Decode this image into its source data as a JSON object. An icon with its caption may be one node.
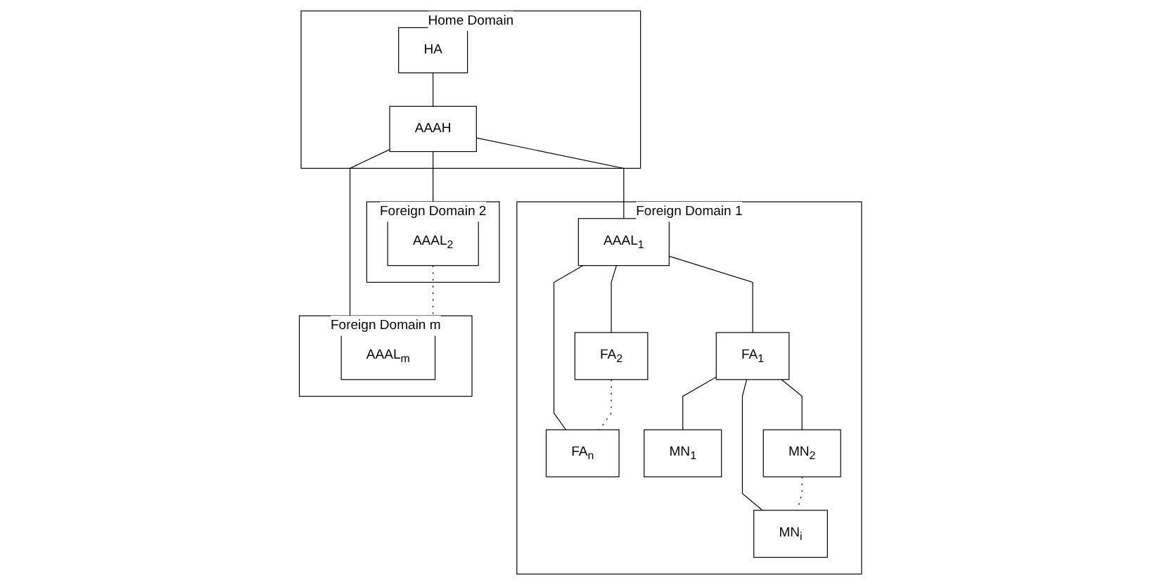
{
  "diagram": {
    "nodes": [
      {
        "text": [
          "Home Domain"
        ]
      },
      {
        "text": [
          "HA"
        ],
        "in": 0
      },
      {
        "text": [
          "AAAH"
        ],
        "in": 0
      },
      {
        "text": [
          "Foreign Domain 1"
        ]
      },
      {
        "text": [
          "AAAL$_{1}$"
        ],
        "in": 3
      },
      {
        "text": [
          "FA$_{1}$"
        ],
        "in": 3
      },
      {
        "text": [
          "FA$_{2}$"
        ],
        "in": 3
      },
      {
        "text": [
          "FA$_{n}$"
        ],
        "in": 3
      },
      {
        "text": [
          "MN$_{1}$"
        ],
        "in": 3
      },
      {
        "text": [
          "MN$_{2}$"
        ],
        "in": 3
      },
      {
        "text": [
          "MN$_{i}$"
        ],
        "in": 3
      },
      {
        "text": [
          "Foreign Domain 2"
        ]
      },
      {
        "text": [
          "AAAL$_{2}$"
        ],
        "in": 11
      },
      {
        "text": [
          "Foreign Domain m"
        ]
      },
      {
        "text": [
          "AAAL$_{m}$"
        ],
        "in": 13
      }
    ],
    "edges": [
      {
        "from": 1,
        "to": 2,
        "arrow": "none"
      },
      {
        "from": 2,
        "to": 4,
        "arrow": "none"
      },
      {
        "from": 2,
        "to": 12,
        "arrow": "none"
      },
      {
        "from": 2,
        "to": 14,
        "arrow": "none"
      },
      {
        "from": 12,
        "to": 14,
        "arrow": "none",
        "style": "dashed"
      },
      {
        "from": 4,
        "to": 5,
        "arrow": "none"
      },
      {
        "from": 4,
        "to": 6,
        "arrow": "none"
      },
      {
        "from": 4,
        "to": 7,
        "arrow": "none"
      },
      {
        "from": 6,
        "to": 7,
        "arrow": "none",
        "style": "dashed"
      },
      {
        "from": 5,
        "to": 8,
        "arrow": "none"
      },
      {
        "from": 5,
        "to": 9,
        "arrow": "none"
      },
      {
        "from": 5,
        "to": 10,
        "arrow": "none"
      },
      {
        "from": 9,
        "to": 10,
        "arrow": "none",
        "style": "dashed"
      }
    ]
  }
}
